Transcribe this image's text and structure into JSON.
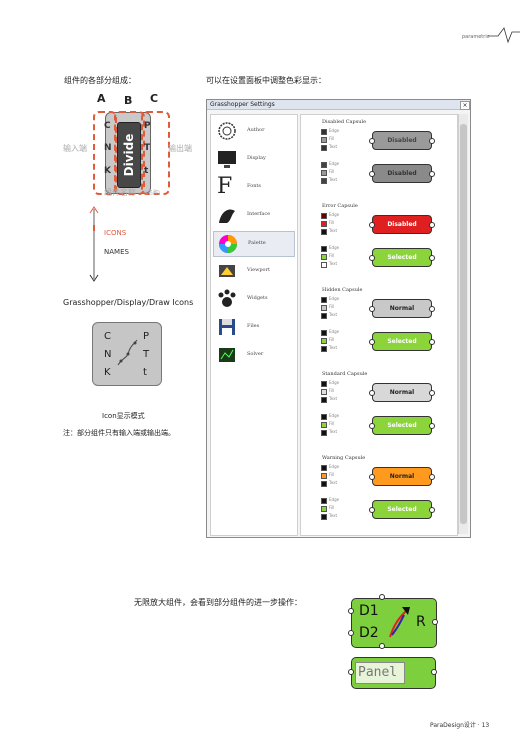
{
  "header": {
    "brand": "parametric",
    "page_label": "ParaDesign设计 · 13"
  },
  "left": {
    "heading": "组件的各部分组成：",
    "col_a": "A",
    "col_b": "B",
    "col_c": "C",
    "input_label": "输入端",
    "output_label": "输出端",
    "name_label": "组件名称",
    "name_note": "(名称)",
    "inputs": [
      "C",
      "N",
      "K"
    ],
    "outputs": [
      "P",
      "T",
      "t"
    ],
    "component_name": "Divide",
    "icons_label": "ICONS",
    "names_label": "NAMES",
    "menu_path": "Grasshopper/Display/Draw Icons",
    "icon_mode_caption": "Icon显示模式",
    "note_text": "注：部分组件只有输入端或输出端。"
  },
  "right": {
    "heading": "可以在设置面板中调整色彩显示：",
    "window_title": "Grasshopper Settings",
    "sidebar": [
      "Author",
      "Display",
      "Fonts",
      "Interface",
      "Palette",
      "Viewport",
      "Widgets",
      "Files",
      "Solver"
    ],
    "sections": [
      {
        "title": "Disabled Capsule",
        "buttons": [
          "Disabled",
          "Disabled"
        ]
      },
      {
        "title": "Error Capsule",
        "buttons": [
          "Disabled",
          "Selected"
        ]
      },
      {
        "title": "Hidden Capsule",
        "buttons": [
          "Normal",
          "Selected"
        ]
      },
      {
        "title": "Standard Capsule",
        "buttons": [
          "Normal",
          "Selected"
        ]
      },
      {
        "title": "Warning Capsule",
        "buttons": [
          "Normal",
          "Selected"
        ]
      }
    ],
    "swatch_labels": [
      "Edge",
      "Fill",
      "Text"
    ]
  },
  "bottom": {
    "caption": "无限放大组件，会看到部分组件的进一步操作：",
    "zoom_inputs": [
      "D1",
      "D2"
    ],
    "zoom_output": "R",
    "panel_text": "Panel"
  },
  "colors": {
    "accent": "#e05a3c",
    "grey_capsule": "#9a9a9a",
    "error": "#e02020",
    "selected": "#8bd43a",
    "normal": "#c8c8c8",
    "warning": "#ff9a1e"
  }
}
